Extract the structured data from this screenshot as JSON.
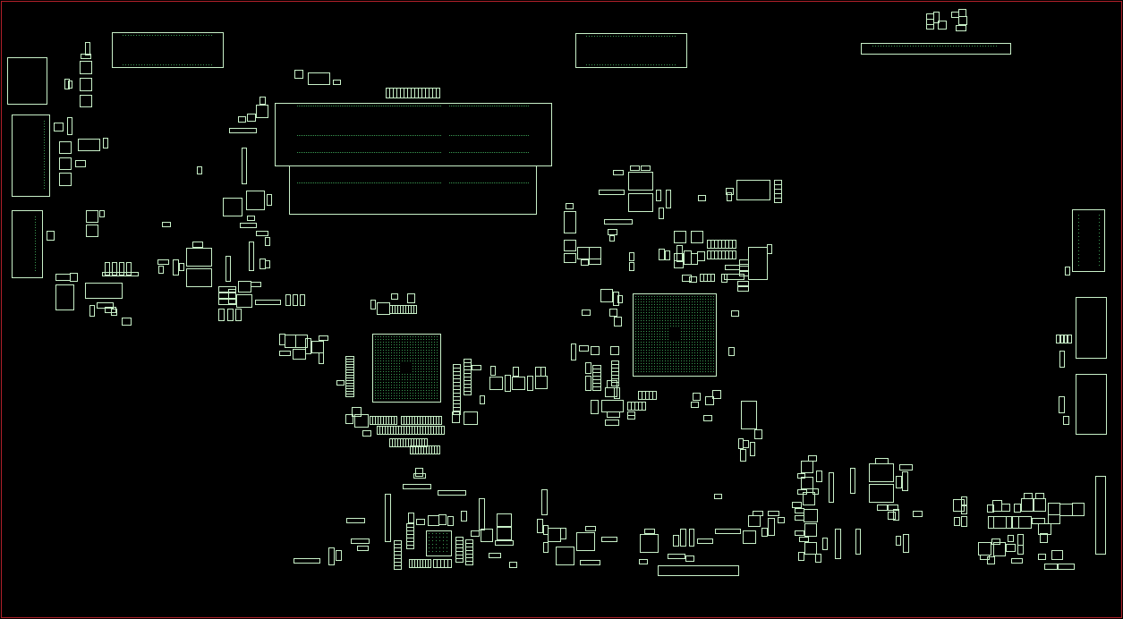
{
  "viewer": {
    "board_outline_color": "#b0202a",
    "footprint_color": "#c8f0c8",
    "pad_color": "#3a9a52",
    "background_color": "#000000"
  },
  "layers": {
    "board_outline": "visible",
    "component_outlines": "visible",
    "pads": "visible"
  },
  "labels": {}
}
